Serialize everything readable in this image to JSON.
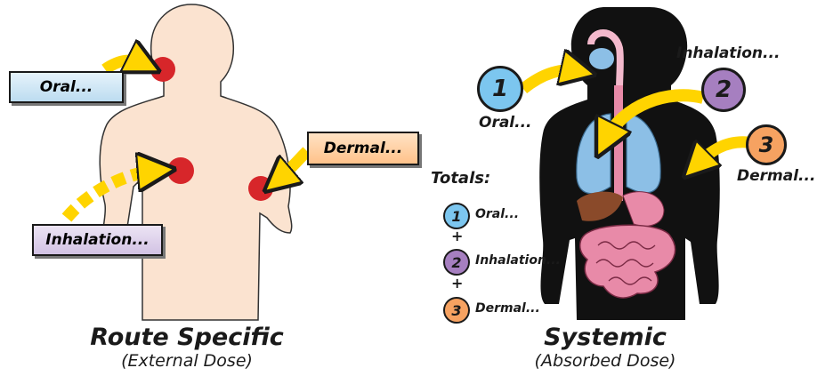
{
  "left": {
    "oral_label": "Oral...",
    "dermal_label": "Dermal...",
    "inhalation_label": "Inhalation...",
    "title": "Route Specific",
    "subtitle": "(External Dose)"
  },
  "right": {
    "badge_oral": "1",
    "badge_inhalation": "2",
    "badge_dermal": "3",
    "oral_label": "Oral...",
    "inhalation_label": "Inhalation...",
    "dermal_label": "Dermal...",
    "totals_heading": "Totals:",
    "totals": [
      {
        "num": "1",
        "label": "Oral..."
      },
      {
        "num": "2",
        "label": "Inhalation..."
      },
      {
        "num": "3",
        "label": "Dermal..."
      }
    ],
    "plus": "+",
    "title": "Systemic",
    "subtitle": "(Absorbed Dose)"
  },
  "colors": {
    "skin": "#fbe3d0",
    "silhouette": "#111111",
    "arrow": "#ffd400",
    "contact_spot": "#d7262a",
    "oral_box": "#cfe6f5",
    "dermal_box": "#ffcd9e",
    "inhalation_box": "#ddd0ea",
    "badge_blue": "#7cc6ef",
    "badge_purple": "#a67fc0",
    "badge_orange": "#f6a261",
    "lungs": "#8cbfe6",
    "liver": "#8a4a2a",
    "intestine": "#e88aa8"
  }
}
